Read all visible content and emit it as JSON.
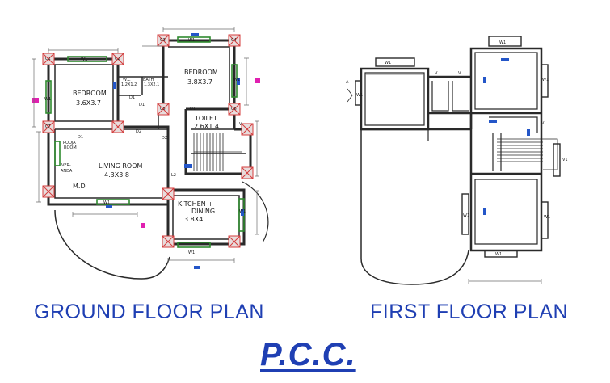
{
  "colors": {
    "wall": "#2a2a2a",
    "column_fill": "#e8dcdc",
    "column_stroke": "#d43b3b",
    "window_frame": "#2f8a2f",
    "door_marker": "#2456c8",
    "magenta_marker": "#e020b0",
    "title": "#1f3fb3",
    "grey_dim": "#6e6e6e"
  },
  "ground_floor": {
    "title": "GROUND FLOOR PLAN",
    "rooms": [
      {
        "name": "BEDROOM",
        "size": "3.6X3.7"
      },
      {
        "name": "BEDROOM",
        "size": "3.8X3.7"
      },
      {
        "name": "LIVING ROOM",
        "size": "4.3X3.8"
      },
      {
        "name": "KITCHEN +",
        "name2": "DINING",
        "size": "3.8X4"
      },
      {
        "name": "TOILET",
        "size": "2.6X1.4"
      },
      {
        "name": "BATH",
        "size": "1.3X2.1"
      },
      {
        "name": "W.C",
        "size": "1.2X1.2"
      }
    ],
    "labels": {
      "pooja": "POOJA",
      "room": "ROOM",
      "veranda_1": "VER-",
      "veranda_2": "ANDA",
      "md": "M.D",
      "d1": "D1",
      "d2": "D2",
      "w1": "W1",
      "w2": "W2",
      "v": "V",
      "l2": "L2",
      "c1": "C1",
      "c2": "C2",
      "c3": "C3",
      "c4": "C4",
      "c5": "C5",
      "c6": "C6",
      "c7": "C7"
    }
  },
  "first_floor": {
    "title": "FIRST FLOOR PLAN",
    "labels": {
      "w1": "W1",
      "v": "V",
      "v1": "V1",
      "a": "A"
    }
  },
  "caption": "P.C.C."
}
